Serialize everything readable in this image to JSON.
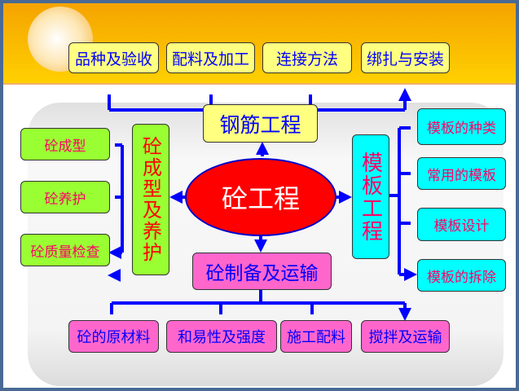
{
  "center": "砼工程",
  "steel": {
    "title": "钢筋工程",
    "items": [
      "品种及验收",
      "配料及加工",
      "连接方法",
      "绑扎与安装"
    ]
  },
  "forming": {
    "title": "砼成型及养护",
    "items": [
      "砼成型",
      "砼养护",
      "砼质量检查"
    ]
  },
  "formwork": {
    "title": "模板工程",
    "items": [
      "模板的种类",
      "常用的模板",
      "模板设计",
      "模板的拆除"
    ]
  },
  "prep": {
    "title": "砼制备及运输",
    "items": [
      "砼的原材料",
      "和易性及强度",
      "施工配料",
      "搅拌及运输"
    ]
  },
  "colors": {
    "arrow": "#0000ff",
    "yellow": "#ffff80",
    "green": "#99ff33",
    "cyan": "#00ffff",
    "pink": "#ff66cc",
    "ellipse": "#ff0000"
  }
}
